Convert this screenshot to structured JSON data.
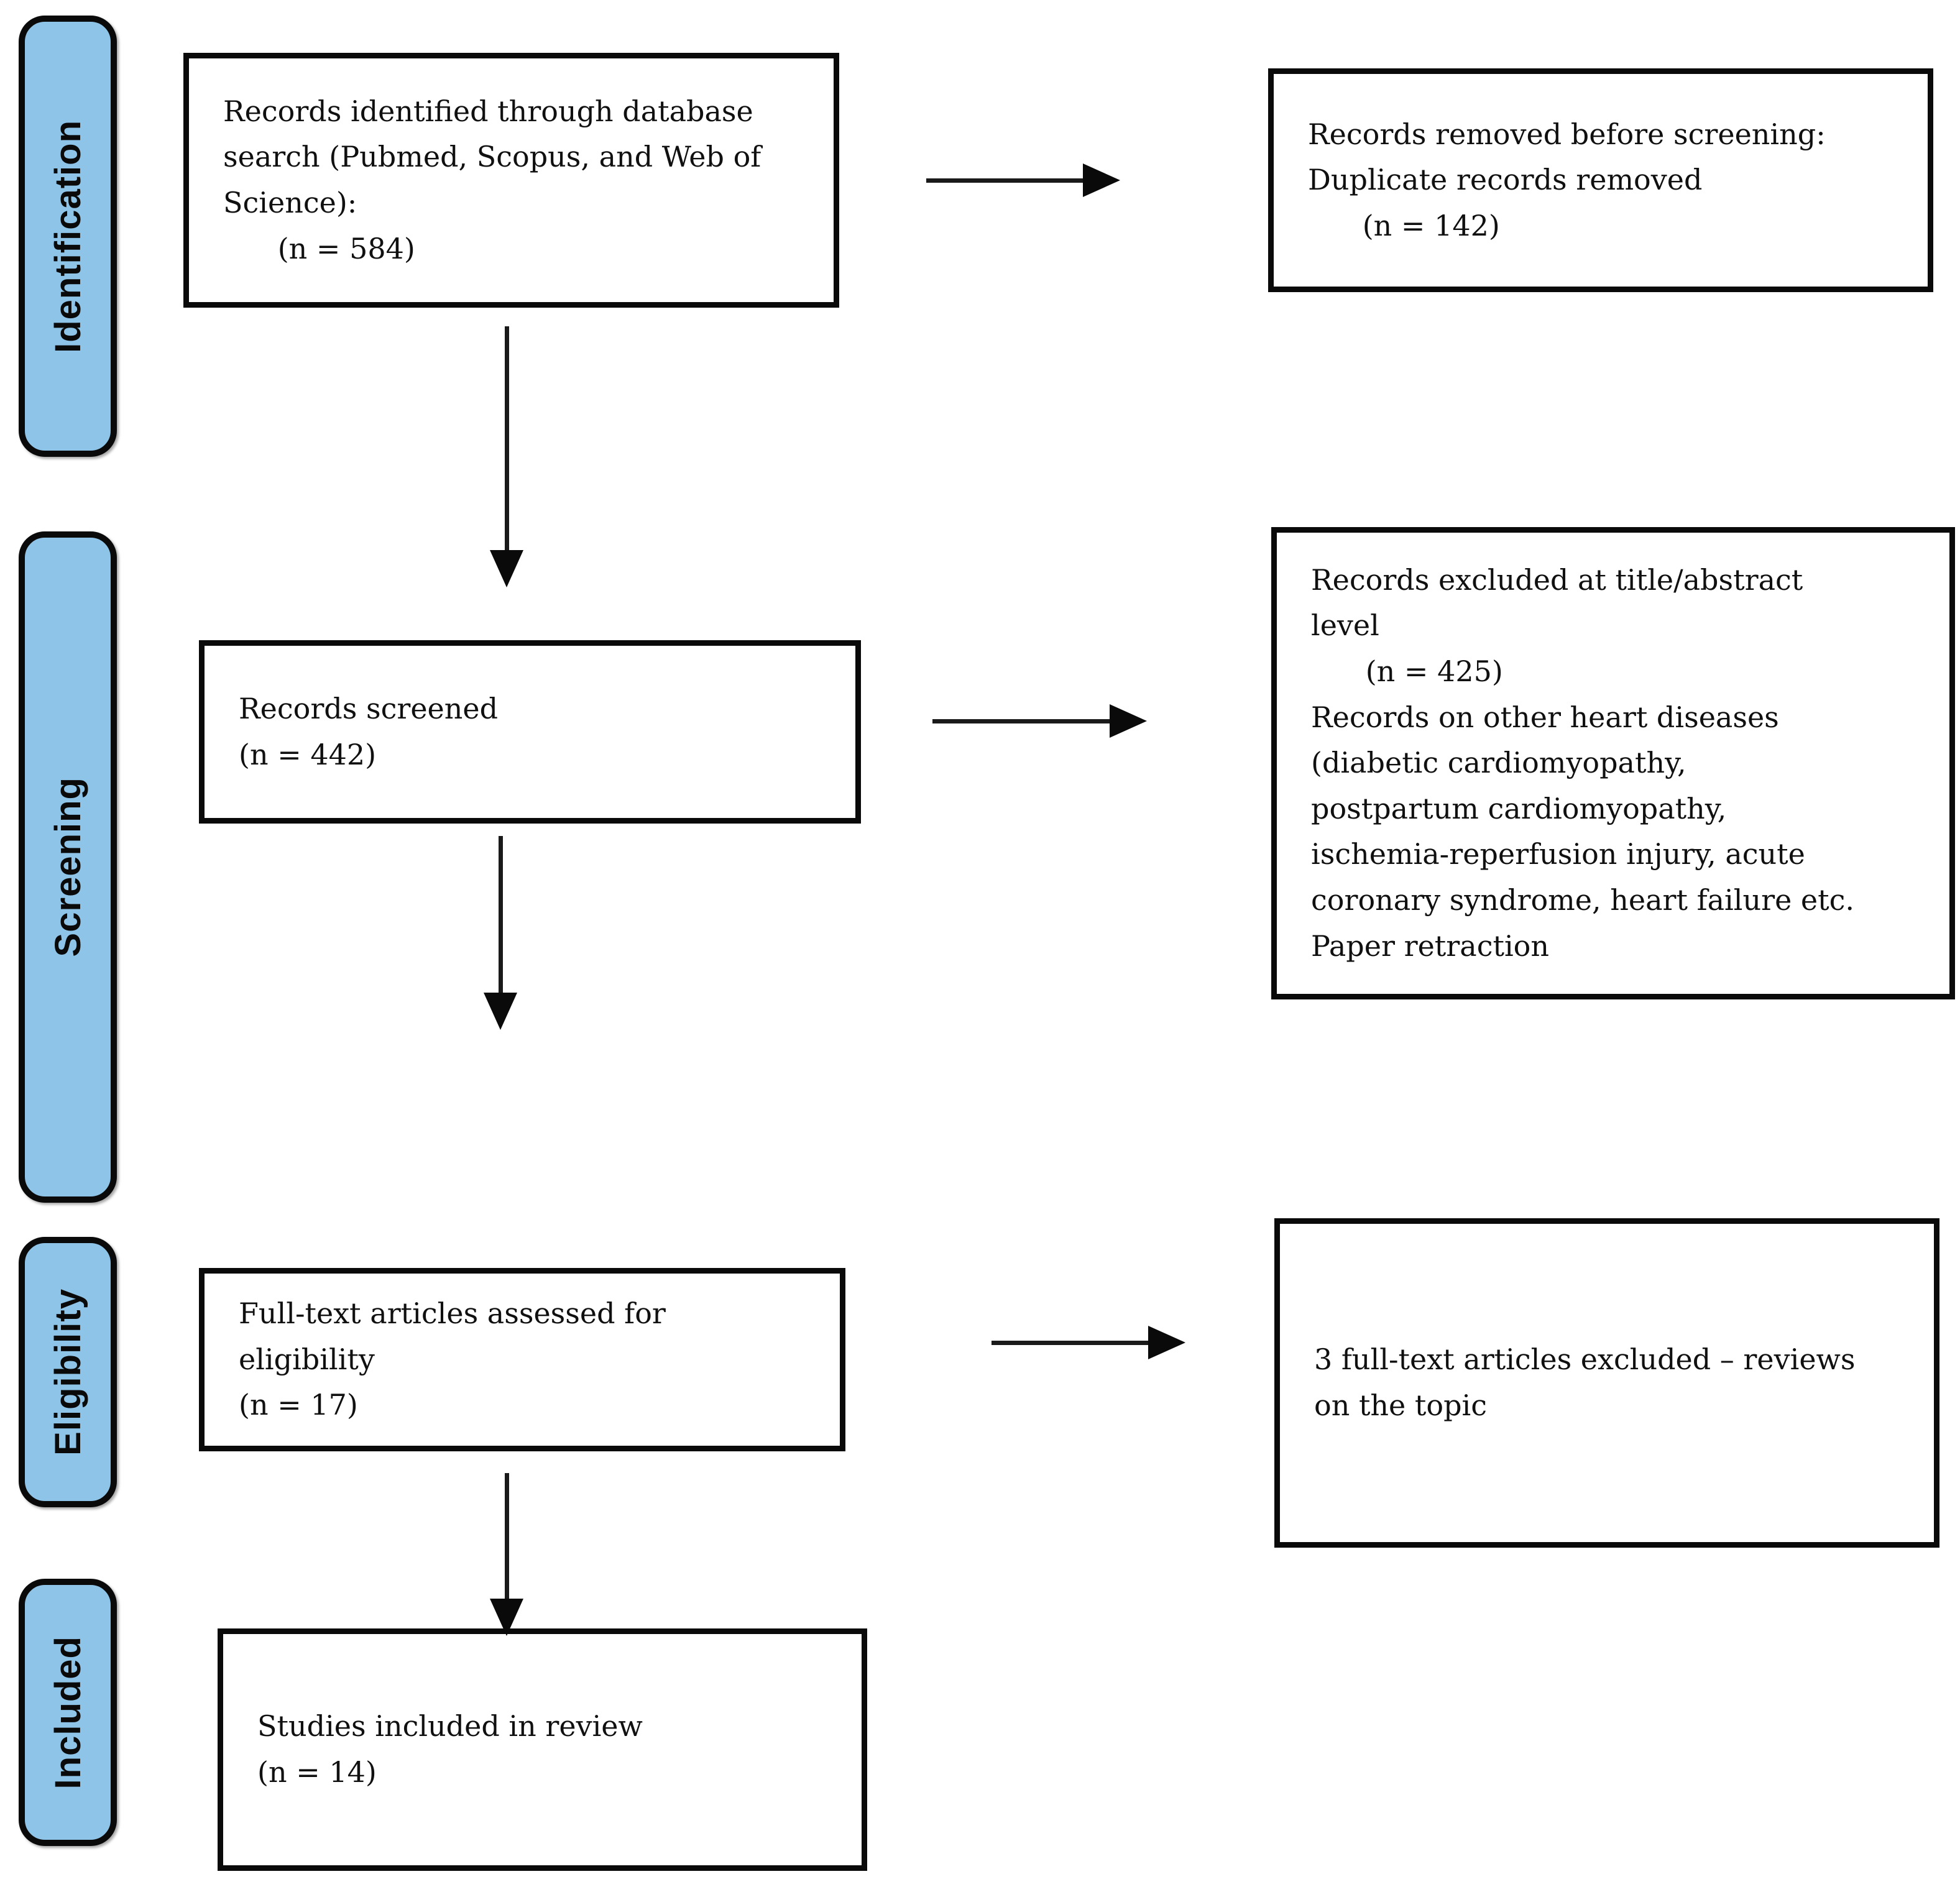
{
  "figure": {
    "type": "prisma-flow-diagram",
    "stages": [
      {
        "id": "identification",
        "label": "Identification"
      },
      {
        "id": "screening",
        "label": "Screening"
      },
      {
        "id": "eligibility",
        "label": "Eligibility"
      },
      {
        "id": "included",
        "label": "Included"
      }
    ],
    "boxes": {
      "identified": {
        "lines": [
          "Records identified through database",
          "search (Pubmed, Scopus, and Web of",
          "Science):",
          "      (n = 584)"
        ]
      },
      "removed": {
        "lines": [
          "Records removed before screening:",
          "Duplicate records removed",
          "      (n = 142)"
        ]
      },
      "screened": {
        "lines": [
          "Records screened",
          "(n = 442)"
        ]
      },
      "excluded_title_abstract": {
        "lines": [
          "Records excluded at title/abstract",
          "level",
          "      (n = 425)",
          "Records on other heart diseases",
          "(diabetic cardiomyopathy,",
          "postpartum cardiomyopathy,",
          "ischemia-reperfusion injury, acute",
          "coronary syndrome, heart failure etc.",
          "Paper retraction"
        ]
      },
      "fulltext_assessed": {
        "lines": [
          "Full-text articles assessed for",
          "eligibility",
          "(n = 17)"
        ]
      },
      "fulltext_excluded": {
        "lines": [
          "3 full-text articles excluded – reviews",
          "on the topic"
        ]
      },
      "included_studies": {
        "lines": [
          "Studies included in review",
          "(n = 14)"
        ]
      }
    },
    "colors": {
      "stage_fill": "#8EC4E8",
      "stage_border": "#0a0a0a",
      "box_fill": "#ffffff",
      "box_border": "#0a0a0a",
      "arrow": "#0a0a0a",
      "background": "#ffffff"
    }
  }
}
